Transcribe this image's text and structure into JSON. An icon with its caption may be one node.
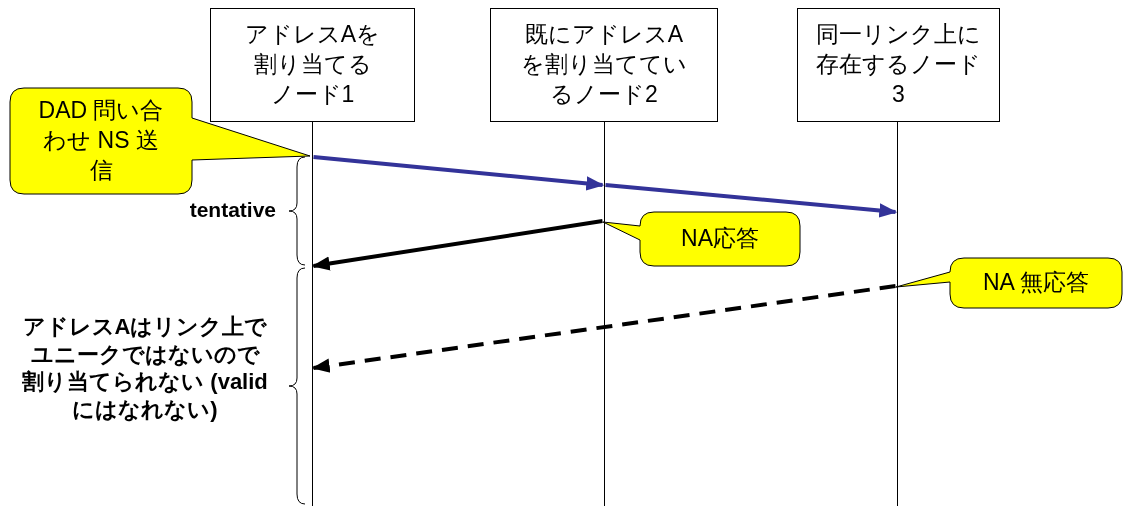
{
  "diagram": {
    "nodes": [
      {
        "text": [
          "アドレスAを割り当てるノード1"
        ]
      },
      {
        "text": [
          "既にアドレスAを割り当てているノード2"
        ]
      },
      {
        "text": [
          "同一リンク上に存在するノード3"
        ]
      },
      {
        "text": [],
        "shape": "bar"
      },
      {
        "text": [],
        "shape": "bar"
      },
      {
        "text": [],
        "shape": "bar"
      },
      {
        "text": [
          "DAD 問い合わせ NS 送信"
        ]
      },
      {
        "text": [
          "NA応答"
        ]
      },
      {
        "text": [
          "NA 無応答"
        ]
      }
    ],
    "edges": [
      {
        "from": 3,
        "to": 4,
        "arrow": "to",
        "color": "#333399"
      },
      {
        "from": 4,
        "to": 5,
        "arrow": "to",
        "color": "#333399"
      },
      {
        "from": 4,
        "to": 3,
        "arrow": "to",
        "color": "#000000"
      },
      {
        "from": 5,
        "to": 3,
        "arrow": "to",
        "style": "dashed",
        "color": "#000000"
      }
    ],
    "labels": [
      "tentative",
      "アドレスAはリンク上でユニークではないので割り当てられない (valid にはなれない)"
    ]
  }
}
